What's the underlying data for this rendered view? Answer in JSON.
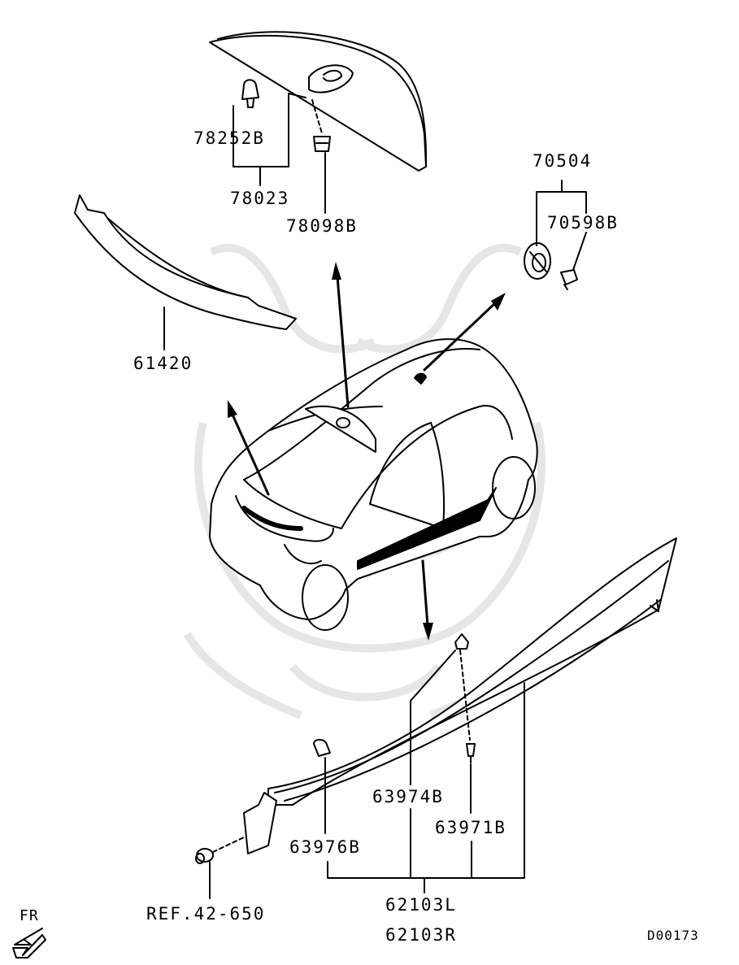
{
  "diagram_id": "D00173",
  "direction_label": "FR",
  "parts": {
    "p78252B": "78252B",
    "p78023": "78023",
    "p78098B": "78098B",
    "p70504": "70504",
    "p70598B": "70598B",
    "p61420": "61420",
    "p63974B": "63974B",
    "p63971B": "63971B",
    "p63976B": "63976B",
    "p62103L": "62103L",
    "p62103R": "62103R",
    "ref": "REF.42-650"
  },
  "colors": {
    "ink": "#000000",
    "watermark": "#e6e6e6",
    "paper": "#ffffff"
  }
}
